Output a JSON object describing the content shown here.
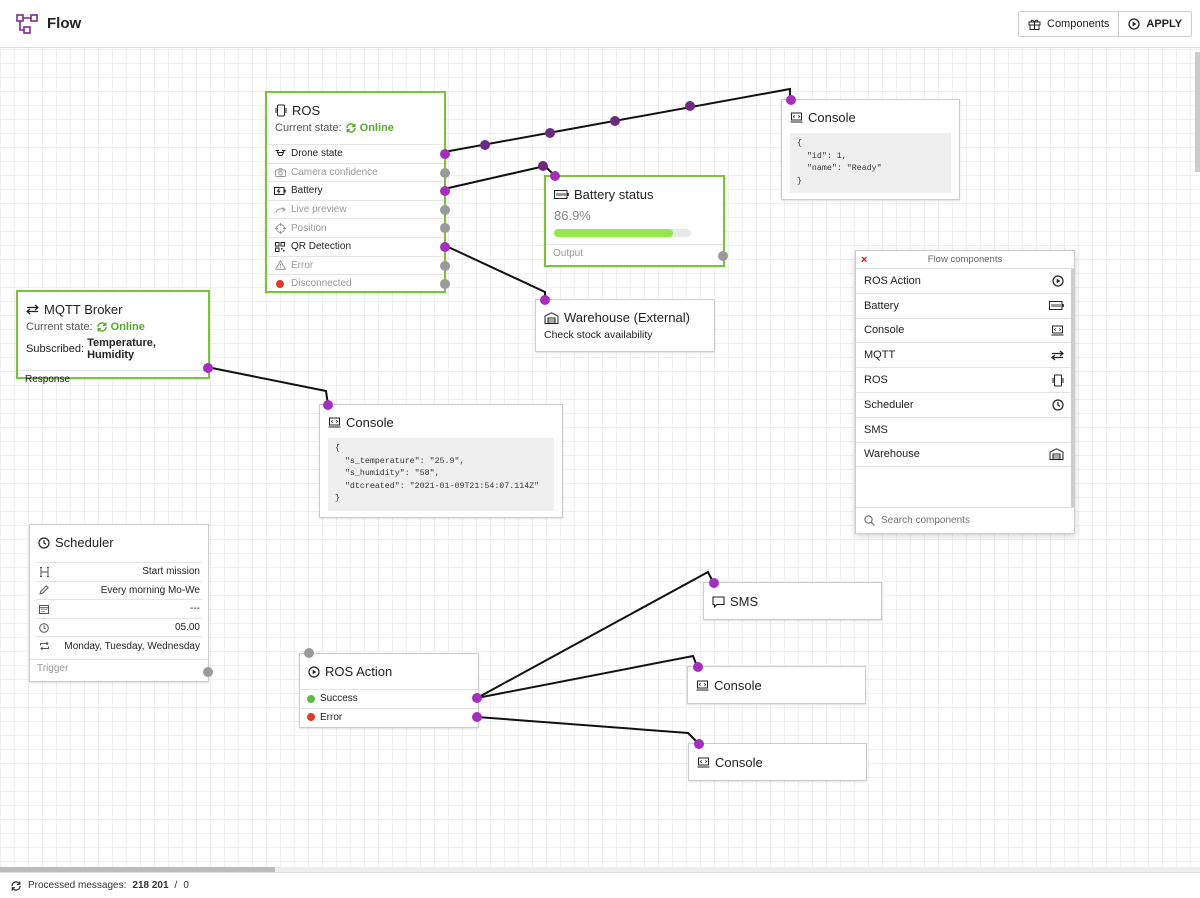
{
  "header": {
    "title": "Flow",
    "components_label": "Components",
    "apply_label": "APPLY"
  },
  "colors": {
    "port": "#a42ebd",
    "active_border": "#7cc241",
    "online": "#5aa832",
    "disabled_port": "#9a9a9a"
  },
  "ros": {
    "title": "ROS",
    "state_label": "Current state:",
    "state_value": "Online",
    "outputs": [
      {
        "label": "Drone state",
        "icon": "drone-icon",
        "enabled": true
      },
      {
        "label": "Camera confidence",
        "icon": "camera-icon",
        "enabled": false
      },
      {
        "label": "Battery",
        "icon": "battery-charging-icon",
        "enabled": true
      },
      {
        "label": "Live preview",
        "icon": "video-icon",
        "enabled": false
      },
      {
        "label": "Position",
        "icon": "crosshair-icon",
        "enabled": false
      },
      {
        "label": "QR Detection",
        "icon": "qr-icon",
        "enabled": true
      },
      {
        "label": "Error",
        "icon": "warning-icon",
        "enabled": false
      },
      {
        "label": "Disconnected",
        "icon": "red-dot-icon",
        "enabled": false
      }
    ]
  },
  "console_top": {
    "title": "Console",
    "code": "{\n  \"id\": 1,\n  \"name\": \"Ready\"\n}"
  },
  "battery_status": {
    "title": "Battery status",
    "value_text": "86.9%",
    "level": 0.869,
    "bar_color": "#93e84a",
    "output_label": "Output"
  },
  "warehouse": {
    "title": "Warehouse (External)",
    "subtitle": "Check stock availability"
  },
  "mqtt": {
    "title": "MQTT Broker",
    "state_label": "Current state:",
    "state_value": "Online",
    "subscribed_label": "Subscribed:",
    "subscribed_value": "Temperature, Humidity",
    "output_label": "Response"
  },
  "console_mid": {
    "title": "Console",
    "code": "{\n  \"s_temperature\": \"25.9\",\n  \"s_humidity\": \"58\",\n  \"dtcreated\": \"2021-01-09T21:54:07.114Z\"\n}"
  },
  "scheduler": {
    "title": "Scheduler",
    "rows": [
      {
        "icon": "heading-icon",
        "value": "Start mission"
      },
      {
        "icon": "pencil-icon",
        "value": "Every morning Mo-We"
      },
      {
        "icon": "calendar-icon",
        "value": "---"
      },
      {
        "icon": "clock-icon",
        "value": "05.00"
      },
      {
        "icon": "repeat-icon",
        "value": "Monday, Tuesday, Wednesday"
      }
    ],
    "output_label": "Trigger"
  },
  "ros_action": {
    "title": "ROS Action",
    "success_label": "Success",
    "error_label": "Error"
  },
  "sms": {
    "title": "SMS"
  },
  "console_a": {
    "title": "Console"
  },
  "console_b": {
    "title": "Console"
  },
  "panel": {
    "title": "Flow components",
    "items": [
      {
        "label": "ROS Action",
        "icon": "play-circle-icon"
      },
      {
        "label": "Battery",
        "icon": "battery-icon"
      },
      {
        "label": "Console",
        "icon": "console-icon"
      },
      {
        "label": "MQTT",
        "icon": "arrows-icon"
      },
      {
        "label": "ROS",
        "icon": "device-icon"
      },
      {
        "label": "Scheduler",
        "icon": "clock-icon"
      },
      {
        "label": "SMS",
        "icon": ""
      },
      {
        "label": "Warehouse",
        "icon": "warehouse-icon"
      }
    ],
    "search_placeholder": "Search components"
  },
  "footer": {
    "label": "Processed messages:",
    "count": "218 201",
    "separator": "/",
    "errors": "0"
  }
}
